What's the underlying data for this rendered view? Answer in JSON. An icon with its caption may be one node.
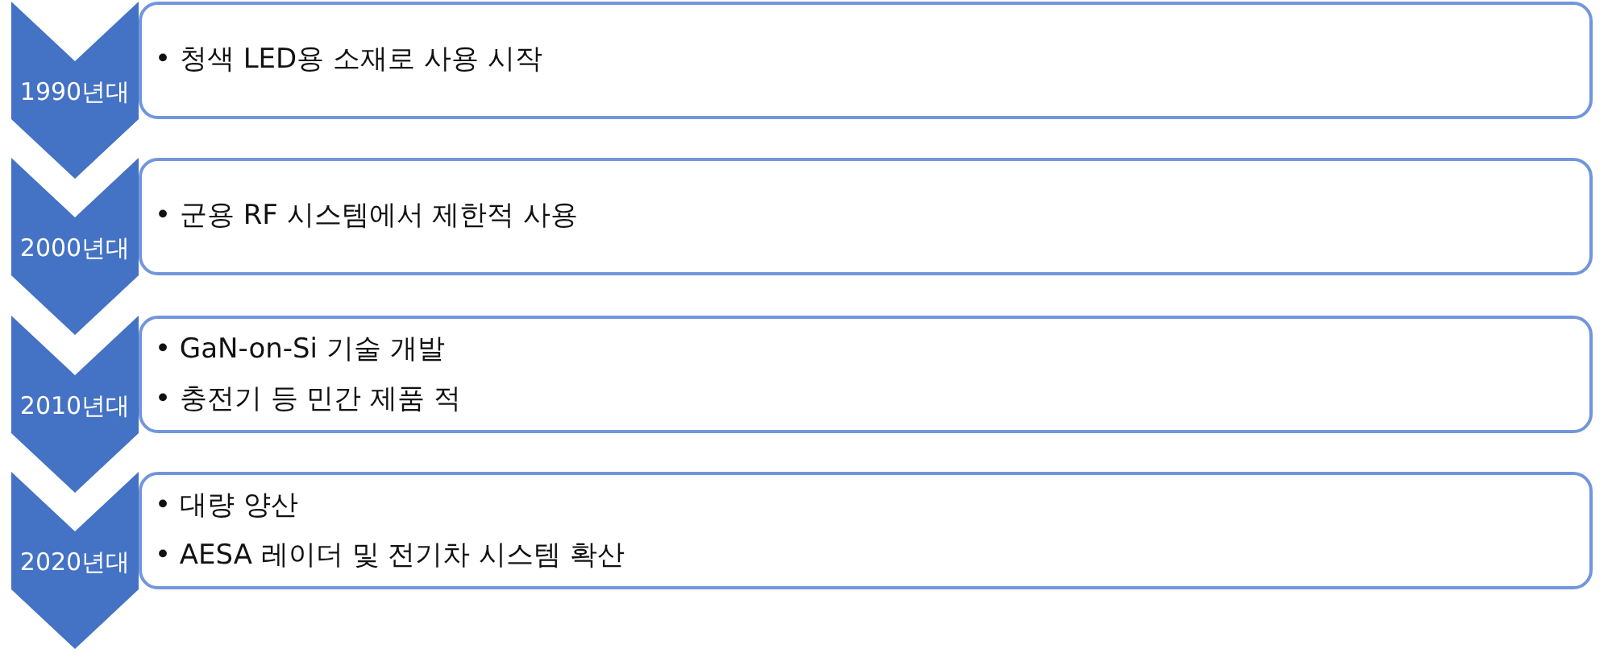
{
  "diagram": {
    "nodes": [
      {
        "text": [
          "1990년대"
        ]
      },
      {
        "text": [
          "• 청색 LED용 소재로 사용 시작"
        ]
      },
      {
        "text": [
          "2000년대"
        ]
      },
      {
        "text": [
          "• 군용 RF 시스템에서 제한적 사용"
        ]
      },
      {
        "text": [
          "2010년대"
        ]
      },
      {
        "text": [
          "• GaN-on-Si 기술 개발",
          "• 충전기 등 민간 제품 적"
        ]
      },
      {
        "text": [
          "2020년대"
        ]
      },
      {
        "text": [
          "• 대량 양산",
          "• AESA 레이더 및 전기차 시스템 확산"
        ]
      }
    ]
  }
}
